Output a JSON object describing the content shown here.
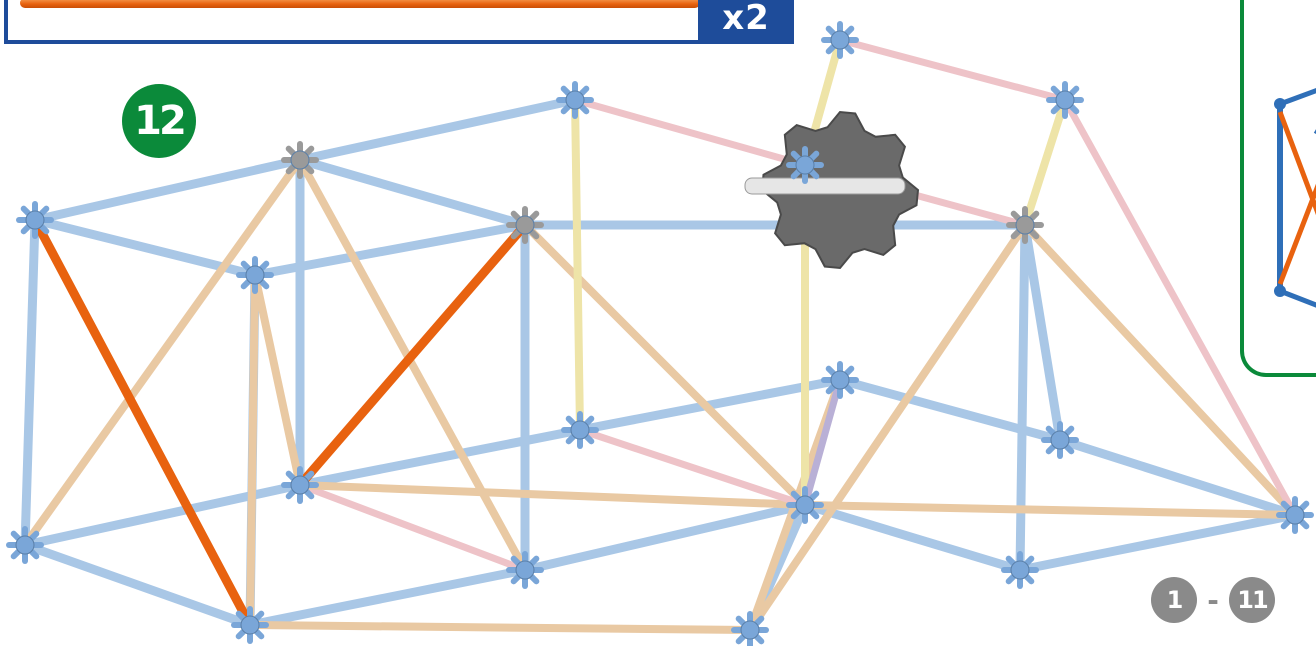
{
  "parts_callout": {
    "quantity_label": "x2",
    "part_color": "#e8620f"
  },
  "step": {
    "number": "12",
    "badge_color": "#0b8a3a"
  },
  "previous_steps": {
    "from": "1",
    "separator": "-",
    "to": "11"
  },
  "colors": {
    "blue_rod": "#a9c7e6",
    "tan_rod": "#e9c9a3",
    "orange_rod": "#e8620f",
    "pink_rod": "#eec3c8",
    "yellow_rod": "#eee4a8",
    "purple_rod": "#b9b0d6",
    "blue_connector": "#7aa6d8",
    "gray_connector": "#9a9a9a",
    "wheel": "#6a6a6a",
    "frame_border": "#1e4c9a",
    "inset_border": "#0b8a3a"
  }
}
